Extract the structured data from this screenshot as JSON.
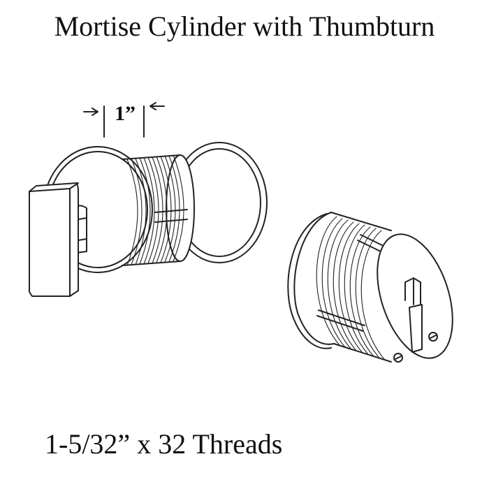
{
  "title": "Mortise Cylinder with Thumbturn",
  "dimension_label": "1”",
  "caption": "1-5/32” x 32 Threads",
  "line_color": "#222222"
}
